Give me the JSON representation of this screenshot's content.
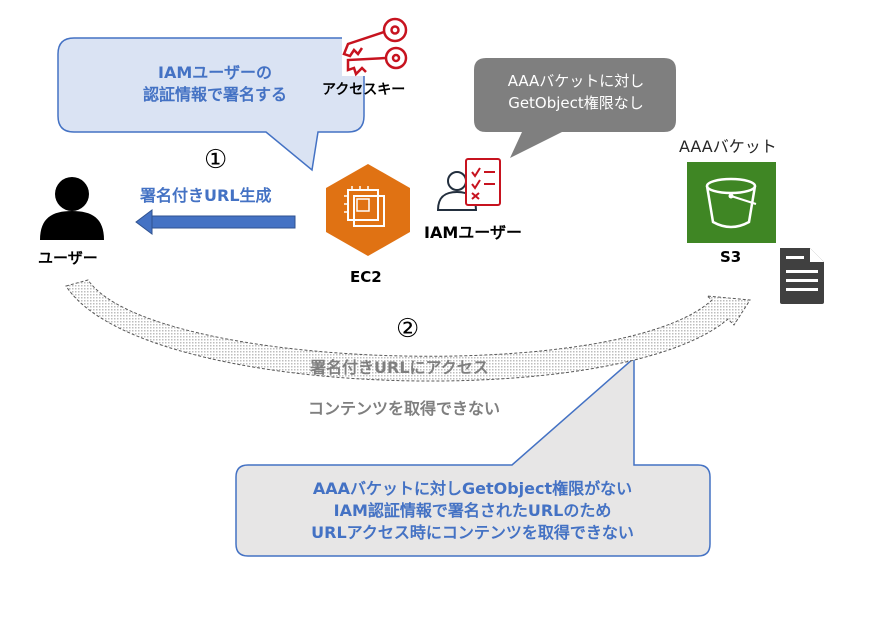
{
  "callouts": {
    "iam_signing": [
      "IAMユーザーの",
      "認証情報で署名する"
    ],
    "no_permission": [
      "AAAバケットに対し",
      "GetObject権限なし"
    ],
    "explanation": [
      "AAAバケットに対しGetObject権限がない",
      "IAM認証情報で署名されたURLのため",
      "URLアクセス時にコンテンツを取得できない"
    ]
  },
  "labels": {
    "access_key": "アクセスキー",
    "step1": "①",
    "step1_text": "署名付きURL生成",
    "user": "ユーザー",
    "ec2": "EC2",
    "iam_user": "IAMユーザー",
    "bucket_name": "AAAバケット",
    "s3": "S3",
    "step2": "②",
    "step2_text": "署名付きURLにアクセス",
    "step2_result": "コンテンツを取得できない"
  },
  "colors": {
    "callout_blue_fill": "#dae3f3",
    "callout_blue_border": "#4472c4",
    "callout_gray_fill": "#7f7f7f",
    "callout_light_gray_fill": "#e7e6e6",
    "accent_blue": "#4472c4",
    "key_red": "#c7131f",
    "ec2_orange": "#e07213",
    "s3_green": "#3f8624",
    "iam_red": "#c7131f"
  },
  "icons": {
    "access_key": "key-icon",
    "user": "user-silhouette-icon",
    "ec2": "ec2-instance-icon",
    "iam_user": "iam-user-icon",
    "s3": "s3-bucket-icon",
    "document": "document-icon"
  }
}
